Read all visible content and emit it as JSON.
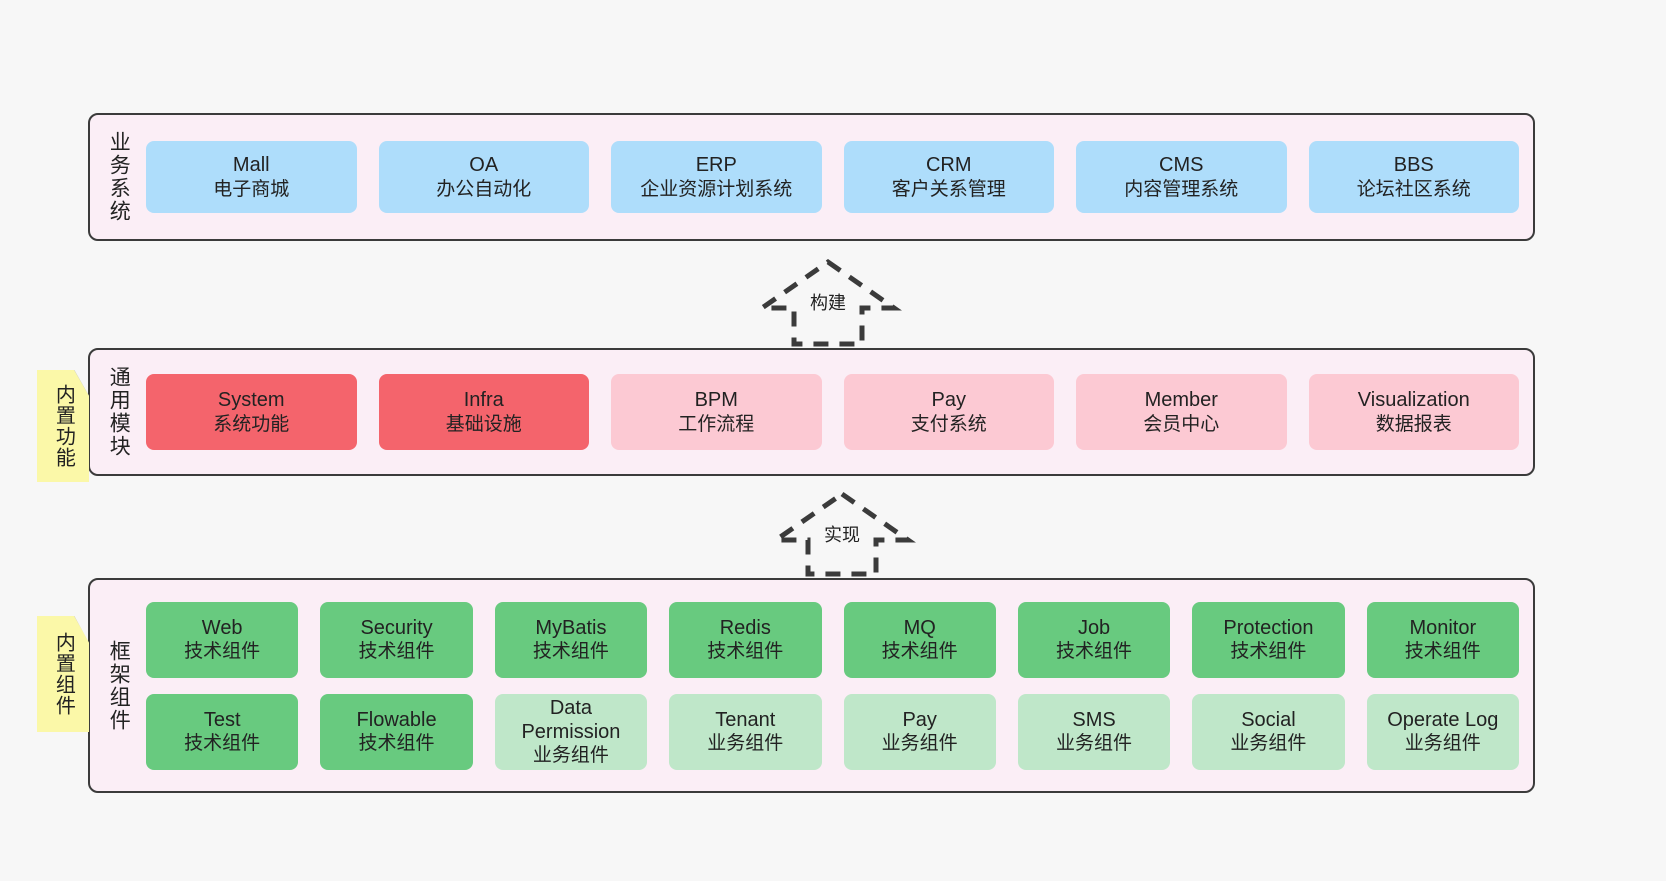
{
  "layers": [
    {
      "id": "business",
      "title": "业务系统",
      "rows": [
        {
          "cards": [
            {
              "en": "Mall",
              "cn": "电子商城",
              "style": "c-blue"
            },
            {
              "en": "OA",
              "cn": "办公自动化",
              "style": "c-blue"
            },
            {
              "en": "ERP",
              "cn": "企业资源计划系统",
              "style": "c-blue"
            },
            {
              "en": "CRM",
              "cn": "客户关系管理",
              "style": "c-blue"
            },
            {
              "en": "CMS",
              "cn": "内容管理系统",
              "style": "c-blue"
            },
            {
              "en": "BBS",
              "cn": "论坛社区系统",
              "style": "c-blue"
            }
          ]
        }
      ]
    },
    {
      "id": "common",
      "title": "通用模块",
      "rows": [
        {
          "cards": [
            {
              "en": "System",
              "cn": "系统功能",
              "style": "c-red"
            },
            {
              "en": "Infra",
              "cn": "基础设施",
              "style": "c-red"
            },
            {
              "en": "BPM",
              "cn": "工作流程",
              "style": "c-pink"
            },
            {
              "en": "Pay",
              "cn": "支付系统",
              "style": "c-pink"
            },
            {
              "en": "Member",
              "cn": "会员中心",
              "style": "c-pink"
            },
            {
              "en": "Visualization",
              "cn": "数据报表",
              "style": "c-pink"
            }
          ]
        }
      ]
    },
    {
      "id": "frame",
      "title": "框架组件",
      "rows": [
        {
          "cards": [
            {
              "en": "Web",
              "cn": "技术组件",
              "style": "c-green"
            },
            {
              "en": "Security",
              "cn": "技术组件",
              "style": "c-green"
            },
            {
              "en": "MyBatis",
              "cn": "技术组件",
              "style": "c-green"
            },
            {
              "en": "Redis",
              "cn": "技术组件",
              "style": "c-green"
            },
            {
              "en": "MQ",
              "cn": "技术组件",
              "style": "c-green"
            },
            {
              "en": "Job",
              "cn": "技术组件",
              "style": "c-green"
            },
            {
              "en": "Protection",
              "cn": "技术组件",
              "style": "c-green"
            },
            {
              "en": "Monitor",
              "cn": "技术组件",
              "style": "c-green"
            }
          ]
        },
        {
          "cards": [
            {
              "en": "Test",
              "cn": "技术组件",
              "style": "c-green"
            },
            {
              "en": "Flowable",
              "cn": "技术组件",
              "style": "c-green"
            },
            {
              "en": "Data Permission",
              "cn": "业务组件",
              "style": "c-green-lite"
            },
            {
              "en": "Tenant",
              "cn": "业务组件",
              "style": "c-green-lite"
            },
            {
              "en": "Pay",
              "cn": "业务组件",
              "style": "c-green-lite"
            },
            {
              "en": "SMS",
              "cn": "业务组件",
              "style": "c-green-lite"
            },
            {
              "en": "Social",
              "cn": "业务组件",
              "style": "c-green-lite"
            },
            {
              "en": "Operate Log",
              "cn": "业务组件",
              "style": "c-green-lite"
            }
          ]
        }
      ]
    }
  ],
  "notes": [
    {
      "id": "builtin-func",
      "text": "内置功能"
    },
    {
      "id": "builtin-comp",
      "text": "内置组件"
    }
  ],
  "connectors": [
    {
      "id": "build",
      "label": "构建"
    },
    {
      "id": "implement",
      "label": "实现"
    }
  ],
  "colors": {
    "panel_bg": "#fbeef6",
    "panel_border": "#3b3b3b",
    "blue": "#aeddfb",
    "red": "#f4646c",
    "pink": "#fcc9d3",
    "green": "#68ca7f",
    "green_light": "#bfe7c9",
    "note_yellow": "#fbf8a8",
    "canvas": "#f7f7f7"
  }
}
